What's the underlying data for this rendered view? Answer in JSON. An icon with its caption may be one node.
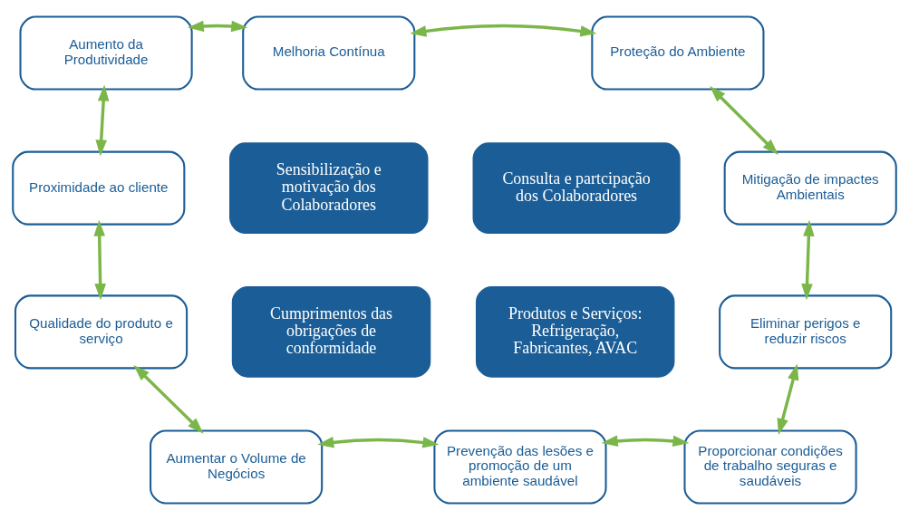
{
  "diagram": {
    "nodes": [
      {
        "text": [
          "Aumento da Produtividade"
        ]
      },
      {
        "text": [
          "Melhoria Contínua"
        ]
      },
      {
        "text": [
          "Proteção do Ambiente"
        ]
      },
      {
        "text": [
          "Proximidade ao cliente"
        ]
      },
      {
        "text": [
          "Sensibilização e motivação dos Colaboradores"
        ]
      },
      {
        "text": [
          "Consulta e partcipação dos Colaboradores"
        ]
      },
      {
        "text": [
          "Mitigação de impactes Ambientais"
        ]
      },
      {
        "text": [
          "Cumprimentos das obrigações de conformidade"
        ]
      },
      {
        "text": [
          "Produtos e Serviços: Refrigeração, Fabricantes, AVAC"
        ]
      },
      {
        "text": [
          "Qualidade do produto e serviço"
        ]
      },
      {
        "text": [
          "Eliminar perigos e reduzir riscos"
        ]
      },
      {
        "text": [
          "Aumentar o Volume de Negócios"
        ]
      },
      {
        "text": [
          "Prevenção das lesões e promoção de um ambiente saudável"
        ]
      },
      {
        "text": [
          "Proporcionar condições de trabalho seguras e saudáveis"
        ]
      }
    ],
    "edges": [
      {
        "from": 0,
        "to": 1,
        "arrow": "both"
      },
      {
        "from": 1,
        "to": 2,
        "arrow": "both"
      },
      {
        "from": 2,
        "to": 6,
        "arrow": "both"
      },
      {
        "from": 6,
        "to": 10,
        "arrow": "both"
      },
      {
        "from": 10,
        "to": 13,
        "arrow": "both"
      },
      {
        "from": 12,
        "to": 13,
        "arrow": "both"
      },
      {
        "from": 11,
        "to": 12,
        "arrow": "both"
      },
      {
        "from": 9,
        "to": 11,
        "arrow": "both"
      },
      {
        "from": 3,
        "to": 9,
        "arrow": "both"
      },
      {
        "from": 0,
        "to": 3,
        "arrow": "both"
      }
    ]
  }
}
